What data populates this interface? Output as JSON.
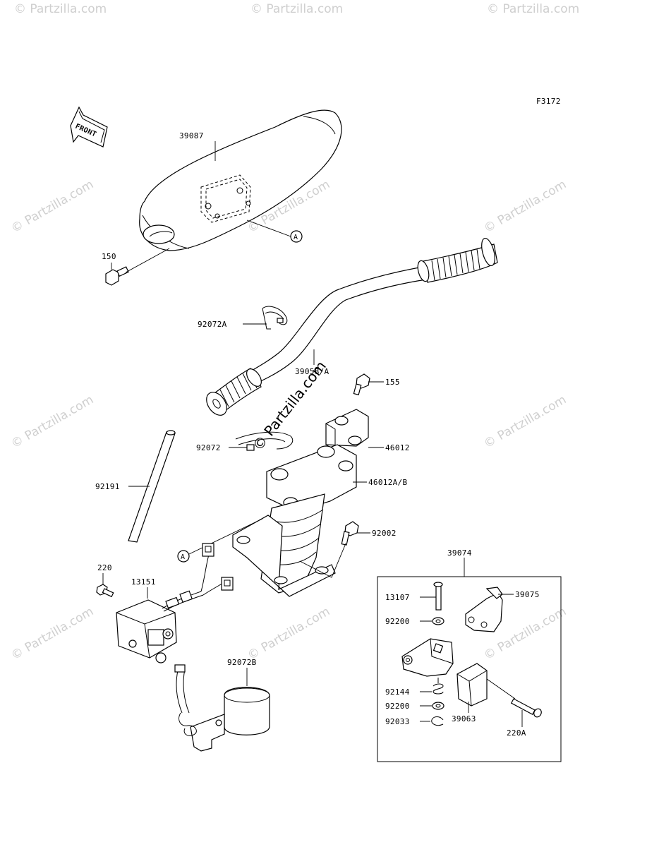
{
  "figure_code": "F3172",
  "front_arrow_label": "FRONT",
  "watermark_text": "© Partzilla.com",
  "callout_a": "A",
  "parts": {
    "p39087": "39087",
    "p150": "150",
    "p92072A": "92072A",
    "p39058A": "39058/A",
    "p155": "155",
    "p92072": "92072",
    "p46012": "46012",
    "p46012AB": "46012A/B",
    "p92191": "92191",
    "p92002": "92002",
    "p220": "220",
    "p13151": "13151",
    "p92072B": "92072B",
    "p39074": "39074",
    "p13107": "13107",
    "p39075": "39075",
    "p92200a": "92200",
    "p92144": "92144",
    "p92200b": "92200",
    "p92033": "92033",
    "p39063": "39063",
    "p220A": "220A"
  }
}
